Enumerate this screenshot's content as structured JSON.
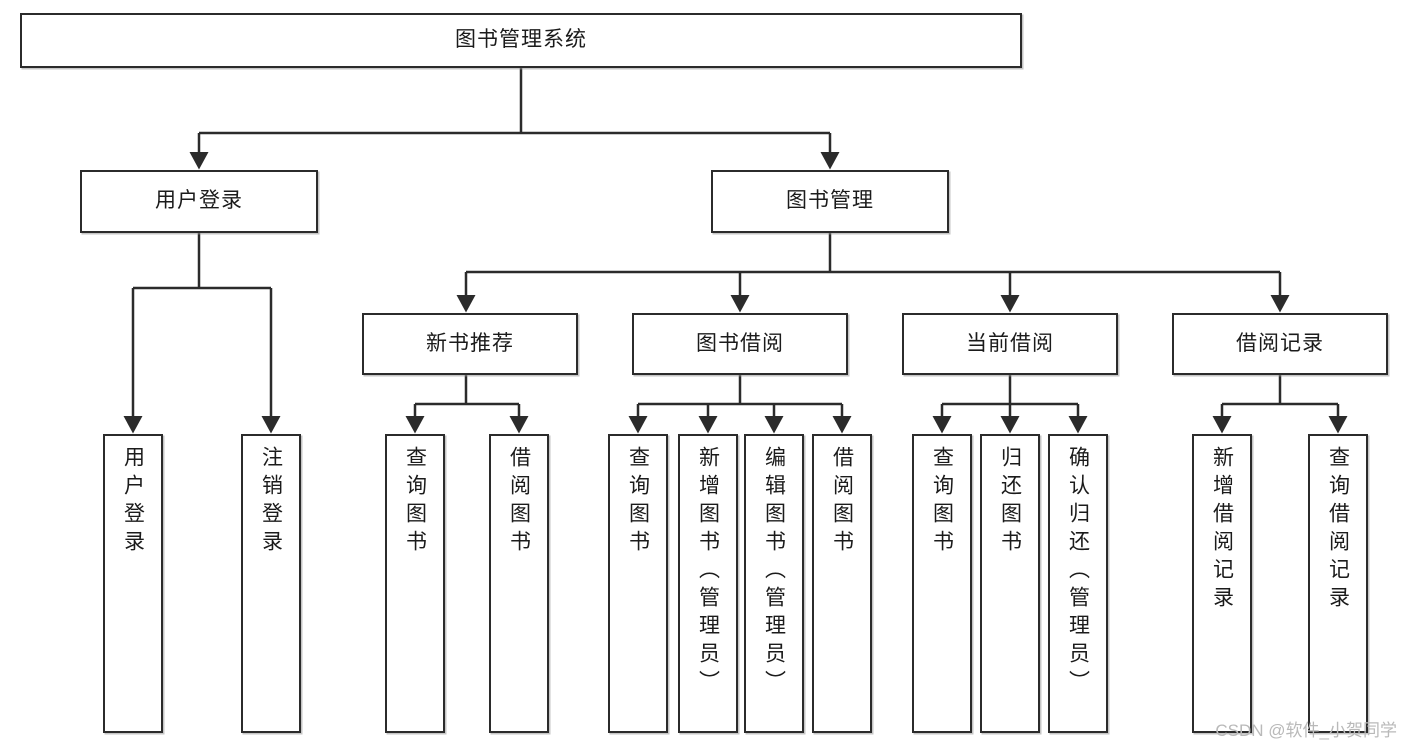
{
  "diagram": {
    "type": "tree-hierarchy",
    "title": "图书管理系统",
    "orientation": "top-down",
    "watermark": "CSDN @软件_小贺同学",
    "colors": {
      "box_border": "#2b2b2b",
      "box_fill": "#ffffff",
      "edge": "#2b2b2b",
      "text": "#1b1b1b",
      "watermark": "#b9b9b9",
      "background": "#ffffff"
    },
    "nodes": {
      "root": {
        "label": "图书管理系统",
        "level": 1,
        "orientation": "horizontal"
      },
      "l2": [
        {
          "id": "user-login",
          "label": "用户登录",
          "level": 2,
          "orientation": "horizontal"
        },
        {
          "id": "book-manage",
          "label": "图书管理",
          "level": 2,
          "orientation": "horizontal"
        }
      ],
      "l3": [
        {
          "id": "new-book-rec",
          "label": "新书推荐",
          "level": 3,
          "orientation": "horizontal"
        },
        {
          "id": "book-borrow",
          "label": "图书借阅",
          "level": 3,
          "orientation": "horizontal"
        },
        {
          "id": "current-borrow",
          "label": "当前借阅",
          "level": 3,
          "orientation": "horizontal"
        },
        {
          "id": "borrow-record",
          "label": "借阅记录",
          "level": 3,
          "orientation": "horizontal"
        }
      ],
      "leaves": [
        {
          "id": "leaf-user-login",
          "label": "用户登录",
          "parent": "user-login",
          "orientation": "vertical"
        },
        {
          "id": "leaf-user-logout",
          "label": "注销登录",
          "parent": "user-login",
          "orientation": "vertical"
        },
        {
          "id": "leaf-query-book-1",
          "label": "查询图书",
          "parent": "new-book-rec",
          "orientation": "vertical"
        },
        {
          "id": "leaf-borrow-book-1",
          "label": "借阅图书",
          "parent": "new-book-rec",
          "orientation": "vertical"
        },
        {
          "id": "leaf-query-book-2",
          "label": "查询图书",
          "parent": "book-borrow",
          "orientation": "vertical"
        },
        {
          "id": "leaf-add-book",
          "label": "新增图书（管理员）",
          "parent": "book-borrow",
          "orientation": "vertical"
        },
        {
          "id": "leaf-edit-book",
          "label": "编辑图书（管理员）",
          "parent": "book-borrow",
          "orientation": "vertical"
        },
        {
          "id": "leaf-borrow-book-2",
          "label": "借阅图书",
          "parent": "book-borrow",
          "orientation": "vertical"
        },
        {
          "id": "leaf-query-book-3",
          "label": "查询图书",
          "parent": "current-borrow",
          "orientation": "vertical"
        },
        {
          "id": "leaf-return-book",
          "label": "归还图书",
          "parent": "current-borrow",
          "orientation": "vertical"
        },
        {
          "id": "leaf-confirm-return",
          "label": "确认归还（管理员）",
          "parent": "current-borrow",
          "orientation": "vertical"
        },
        {
          "id": "leaf-add-record",
          "label": "新增借阅记录",
          "parent": "borrow-record",
          "orientation": "vertical"
        },
        {
          "id": "leaf-query-record",
          "label": "查询借阅记录",
          "parent": "borrow-record",
          "orientation": "vertical"
        }
      ]
    }
  }
}
